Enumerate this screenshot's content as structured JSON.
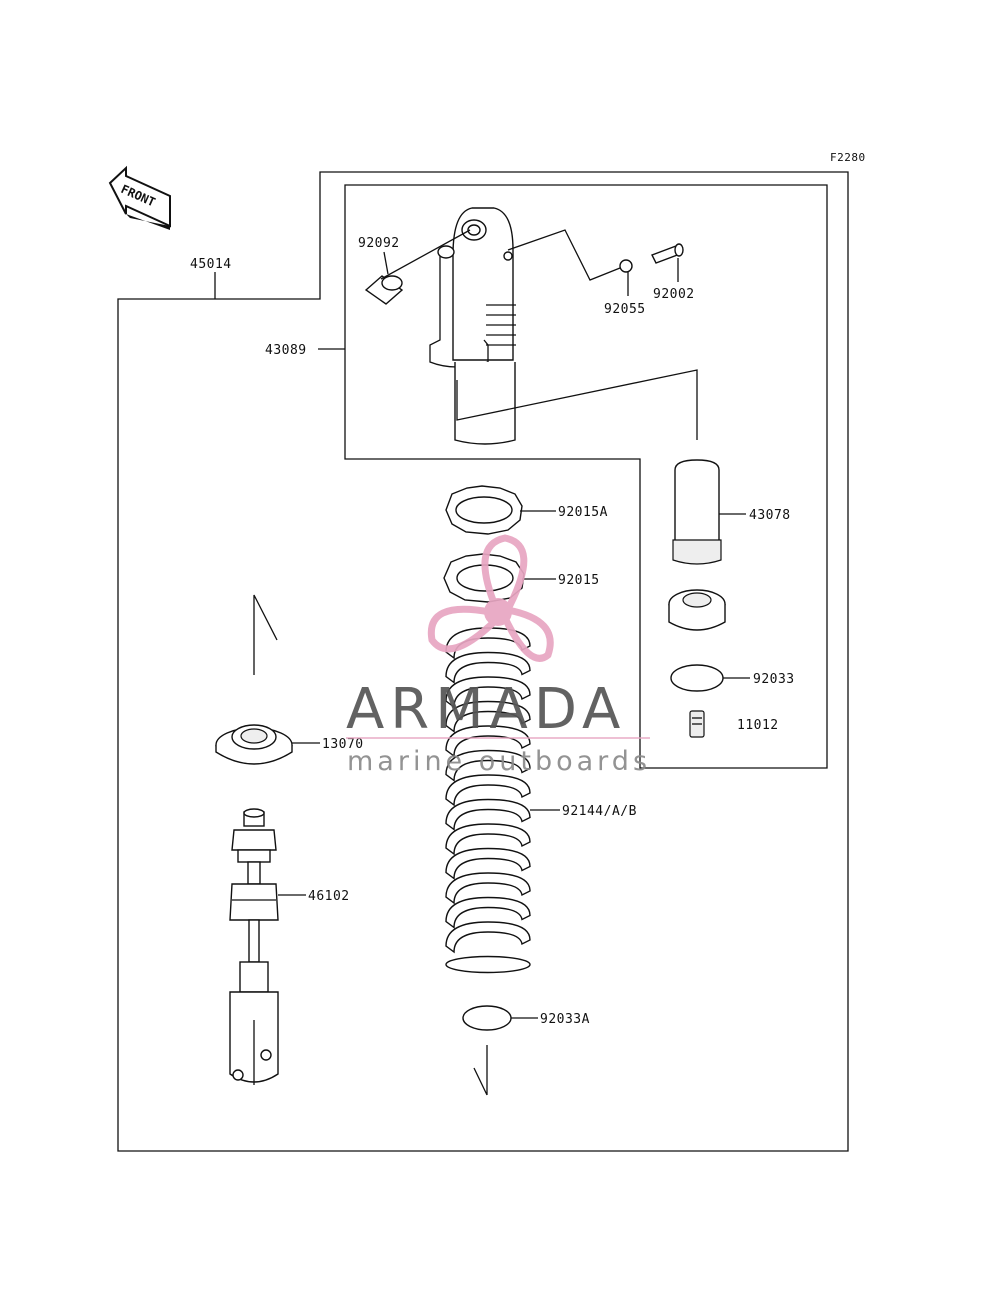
{
  "diagram": {
    "figure_code": "F2280",
    "front_label": "FRONT",
    "callouts": {
      "p45014": "45014",
      "p43089": "43089",
      "p92092": "92092",
      "p92055": "92055",
      "p92002": "92002",
      "p92015A": "92015A",
      "p92015": "92015",
      "p43078": "43078",
      "p92033": "92033",
      "p11012": "11012",
      "p13070": "13070",
      "p92144": "92144/A/B",
      "p46102": "46102",
      "p92033A": "92033A"
    }
  },
  "watermark": {
    "title": "ARMADA",
    "subtitle": "marine outboards",
    "title_color": "#555555",
    "accent_color": "#e8a6c2",
    "subtitle_color": "#8a8a8a"
  },
  "colors": {
    "line": "#111111",
    "background": "#ffffff"
  }
}
